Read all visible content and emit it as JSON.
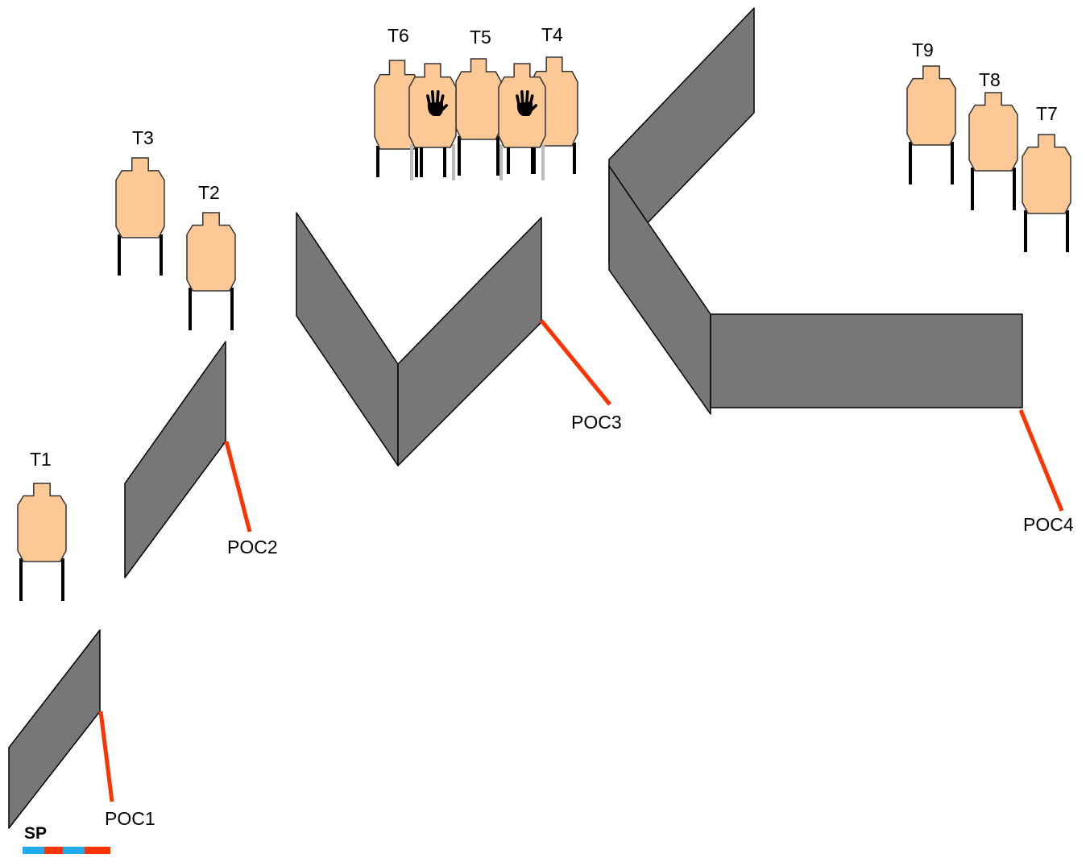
{
  "colors": {
    "background": "#ffffff",
    "wall_fill": "#777777",
    "wall_stroke": "#000000",
    "target_fill": "#fcc896",
    "target_stroke": "#333333",
    "leg": "#000000",
    "leg_rear": "#bbbbbb",
    "poc_line": "#ff3300",
    "sp_blue": "#22aaee",
    "sp_red": "#ff3300",
    "no_shoot_hand": "#000000"
  },
  "targets": [
    {
      "label": "T1",
      "kind": "shoot"
    },
    {
      "label": "T2",
      "kind": "shoot"
    },
    {
      "label": "T3",
      "kind": "shoot"
    },
    {
      "label": "T4",
      "kind": "shoot"
    },
    {
      "label": "T5",
      "kind": "shoot"
    },
    {
      "label": "T6",
      "kind": "shoot"
    },
    {
      "label": "T7",
      "kind": "shoot"
    },
    {
      "label": "T8",
      "kind": "shoot"
    },
    {
      "label": "T9",
      "kind": "shoot"
    }
  ],
  "no_shoots": [
    {
      "icon": "hand-icon"
    },
    {
      "icon": "hand-icon"
    }
  ],
  "points_of_contact": [
    {
      "label": "POC1"
    },
    {
      "label": "POC2"
    },
    {
      "label": "POC3"
    },
    {
      "label": "POC4"
    }
  ],
  "start_position": {
    "label": "SP"
  }
}
